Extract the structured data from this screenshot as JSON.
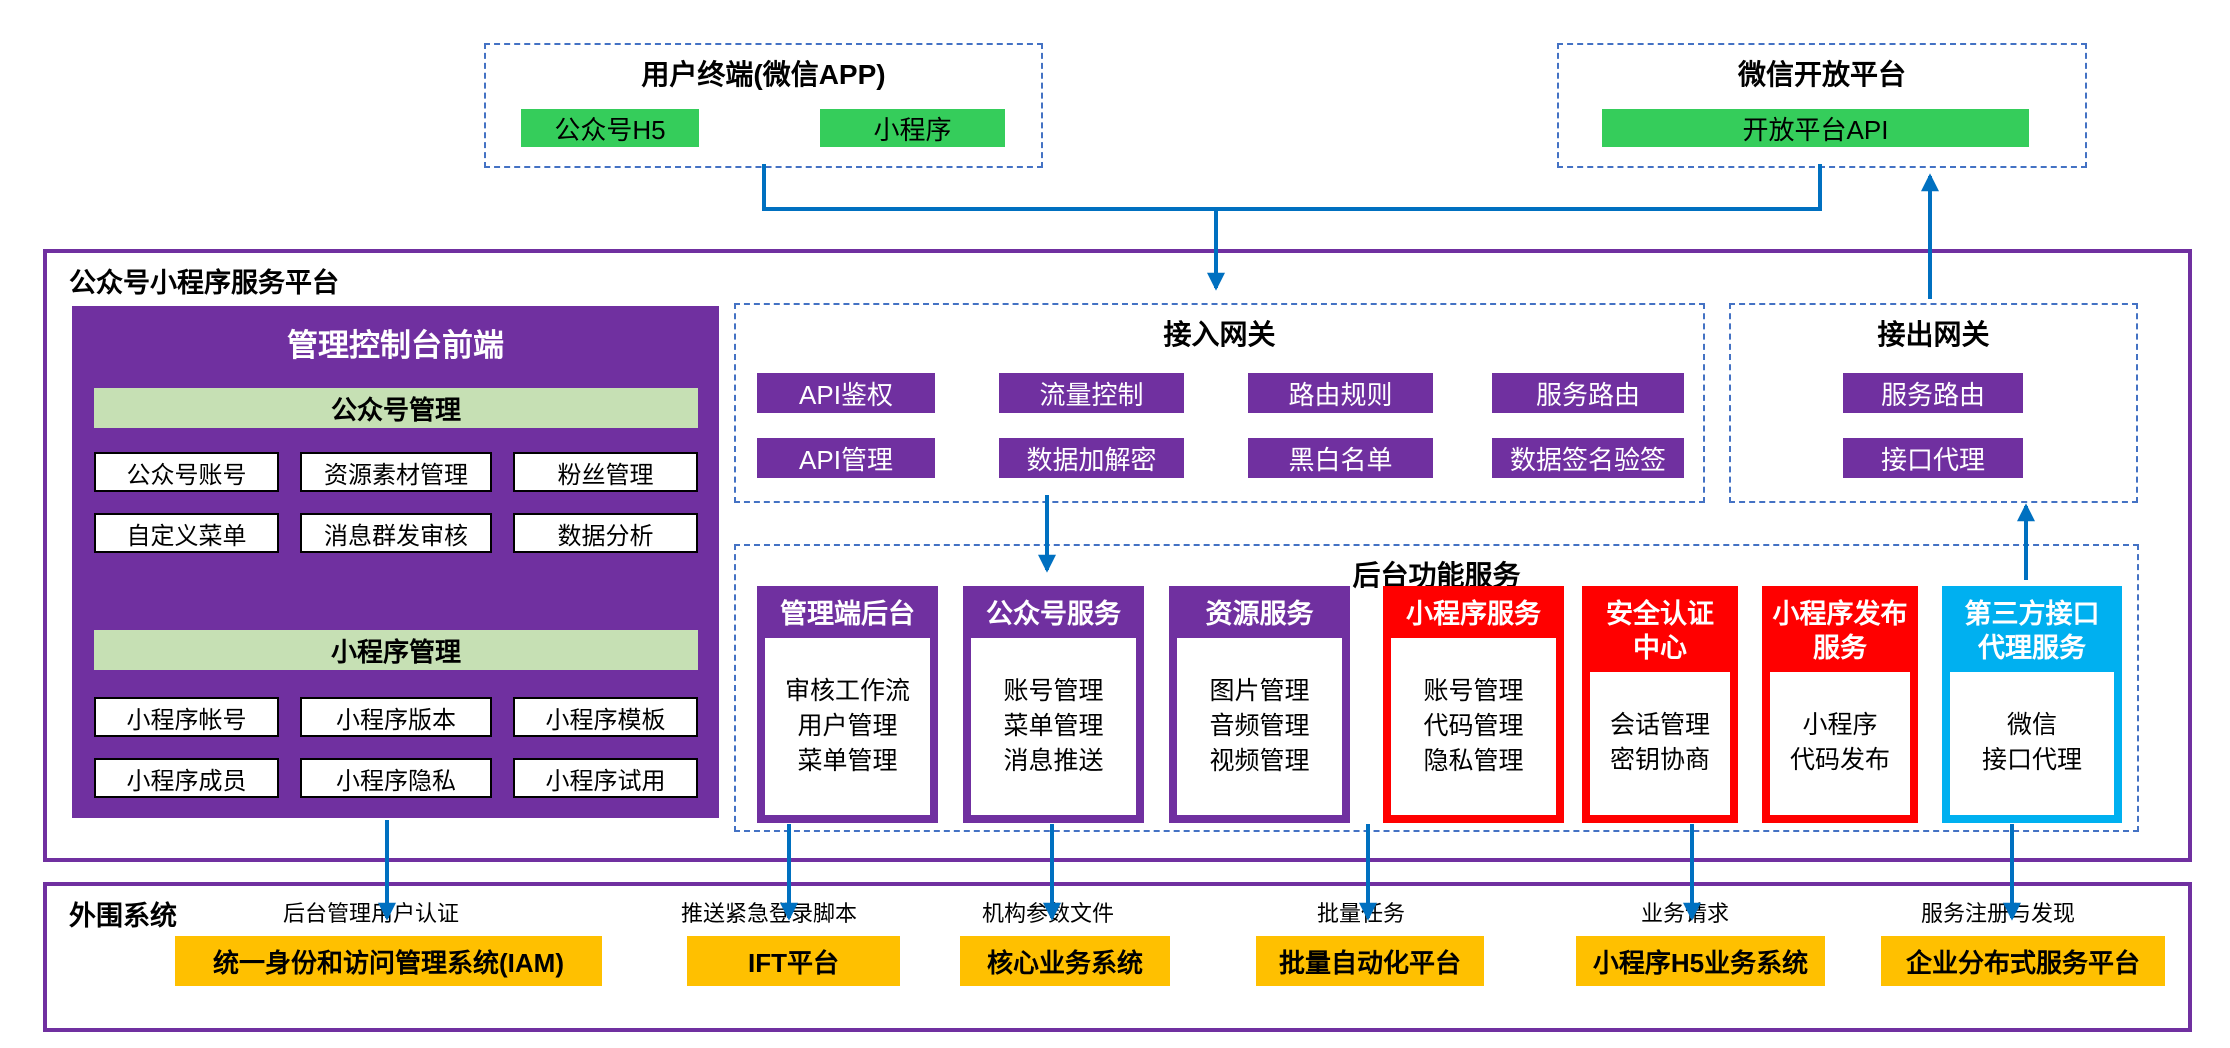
{
  "colors": {
    "purple": "#7030A0",
    "red": "#FF0000",
    "cyan": "#00B0F0",
    "green": "#35CD5B",
    "light_green": "#C6E0B4",
    "orange": "#FFC000",
    "arrow_blue": "#0070C0",
    "dashed_border_blue": "#4472C4"
  },
  "top": {
    "user_terminal": {
      "title": "用户终端(微信APP)",
      "items": [
        "公众号H5",
        "小程序"
      ]
    },
    "open_platform": {
      "title": "微信开放平台",
      "items": [
        "开放平台API"
      ]
    }
  },
  "platform": {
    "title": "公众号小程序服务平台",
    "console": {
      "title": "管理控制台前端",
      "section1": {
        "header": "公众号管理",
        "items": [
          "公众号账号",
          "资源素材管理",
          "粉丝管理",
          "自定义菜单",
          "消息群发审核",
          "数据分析"
        ]
      },
      "section2": {
        "header": "小程序管理",
        "items": [
          "小程序帐号",
          "小程序版本",
          "小程序模板",
          "小程序成员",
          "小程序隐私",
          "小程序试用"
        ]
      }
    },
    "gateway_in": {
      "title": "接入网关",
      "items": [
        "API鉴权",
        "流量控制",
        "路由规则",
        "服务路由",
        "API管理",
        "数据加解密",
        "黑白名单",
        "数据签名验签"
      ]
    },
    "gateway_out": {
      "title": "接出网关",
      "items": [
        "服务路由",
        "接口代理"
      ]
    },
    "backend": {
      "title": "后台功能服务",
      "services": [
        {
          "title": "管理端后台",
          "color": "purple",
          "lines": "审核工作流\n用户管理\n菜单管理"
        },
        {
          "title": "公众号服务",
          "color": "purple",
          "lines": "账号管理\n菜单管理\n消息推送"
        },
        {
          "title": "资源服务",
          "color": "purple",
          "lines": "图片管理\n音频管理\n视频管理"
        },
        {
          "title": "小程序服务",
          "color": "red",
          "lines": "账号管理\n代码管理\n隐私管理"
        },
        {
          "title": "安全认证\n中心",
          "color": "red",
          "lines": "会话管理\n密钥协商"
        },
        {
          "title": "小程序发布\n服务",
          "color": "red",
          "lines": "小程序\n代码发布"
        },
        {
          "title": "第三方接口\n代理服务",
          "color": "cyan",
          "lines": "微信\n接口代理"
        }
      ]
    }
  },
  "peripheral": {
    "title": "外围系统",
    "links": [
      {
        "label": "后台管理用户认证",
        "system": "统一身份和访问管理系统(IAM)"
      },
      {
        "label": "推送紧急登录脚本",
        "system": "IFT平台"
      },
      {
        "label": "机构参数文件",
        "system": "核心业务系统"
      },
      {
        "label": "批量任务",
        "system": "批量自动化平台"
      },
      {
        "label": "业务请求",
        "system": "小程序H5业务系统"
      },
      {
        "label": "服务注册与发现",
        "system": "企业分布式服务平台"
      }
    ]
  }
}
